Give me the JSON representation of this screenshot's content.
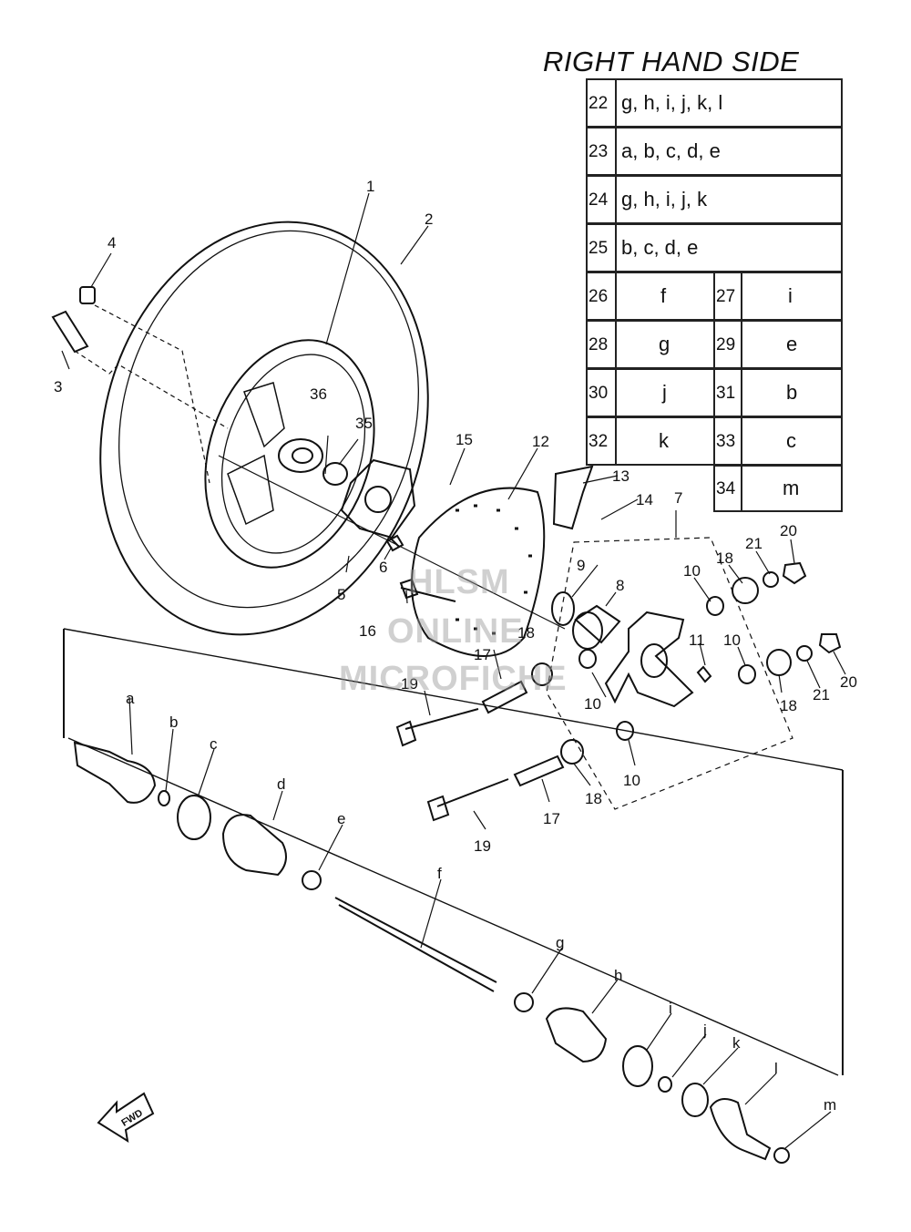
{
  "title": "RIGHT HAND SIDE",
  "table": {
    "wide_rows": [
      {
        "num": "22",
        "letters": "g, h, i, j, k, l"
      },
      {
        "num": "23",
        "letters": "a, b, c, d, e"
      },
      {
        "num": "24",
        "letters": "g, h, i, j, k"
      },
      {
        "num": "25",
        "letters": "b, c, d, e"
      }
    ],
    "pairs": [
      {
        "left_num": "26",
        "left_val": "f",
        "right_num": "27",
        "right_val": "i"
      },
      {
        "left_num": "28",
        "left_val": "g",
        "right_num": "29",
        "right_val": "e"
      },
      {
        "left_num": "30",
        "left_val": "j",
        "right_num": "31",
        "right_val": "b"
      },
      {
        "left_num": "32",
        "left_val": "k",
        "right_num": "33",
        "right_val": "c"
      }
    ],
    "last": {
      "num": "34",
      "val": "m"
    }
  },
  "watermark": {
    "line1": "HLSM",
    "line2": "ONLINE",
    "line3": "MICROFICHE"
  },
  "fwd_label": "FWD",
  "callouts": {
    "c1": "1",
    "c2": "2",
    "c3": "3",
    "c4": "4",
    "c5": "5",
    "c6": "6",
    "c7": "7",
    "c8": "8",
    "c9": "9",
    "c10a": "10",
    "c10b": "10",
    "c10c": "10",
    "c10d": "10",
    "c11": "11",
    "c12": "12",
    "c13": "13",
    "c14": "14",
    "c15": "15",
    "c16": "16",
    "c17a": "17",
    "c17b": "17",
    "c18a": "18",
    "c18b": "18",
    "c18c": "18",
    "c18d": "18",
    "c19a": "19",
    "c19b": "19",
    "c20a": "20",
    "c20b": "20",
    "c21a": "21",
    "c21b": "21",
    "c35": "35",
    "c36": "36",
    "ca": "a",
    "cb": "b",
    "cc": "c",
    "cd": "d",
    "ce": "e",
    "cf": "f",
    "cg": "g",
    "ch": "h",
    "ci": "i",
    "cj": "j",
    "ck": "k",
    "cl": "l",
    "cm": "m"
  }
}
